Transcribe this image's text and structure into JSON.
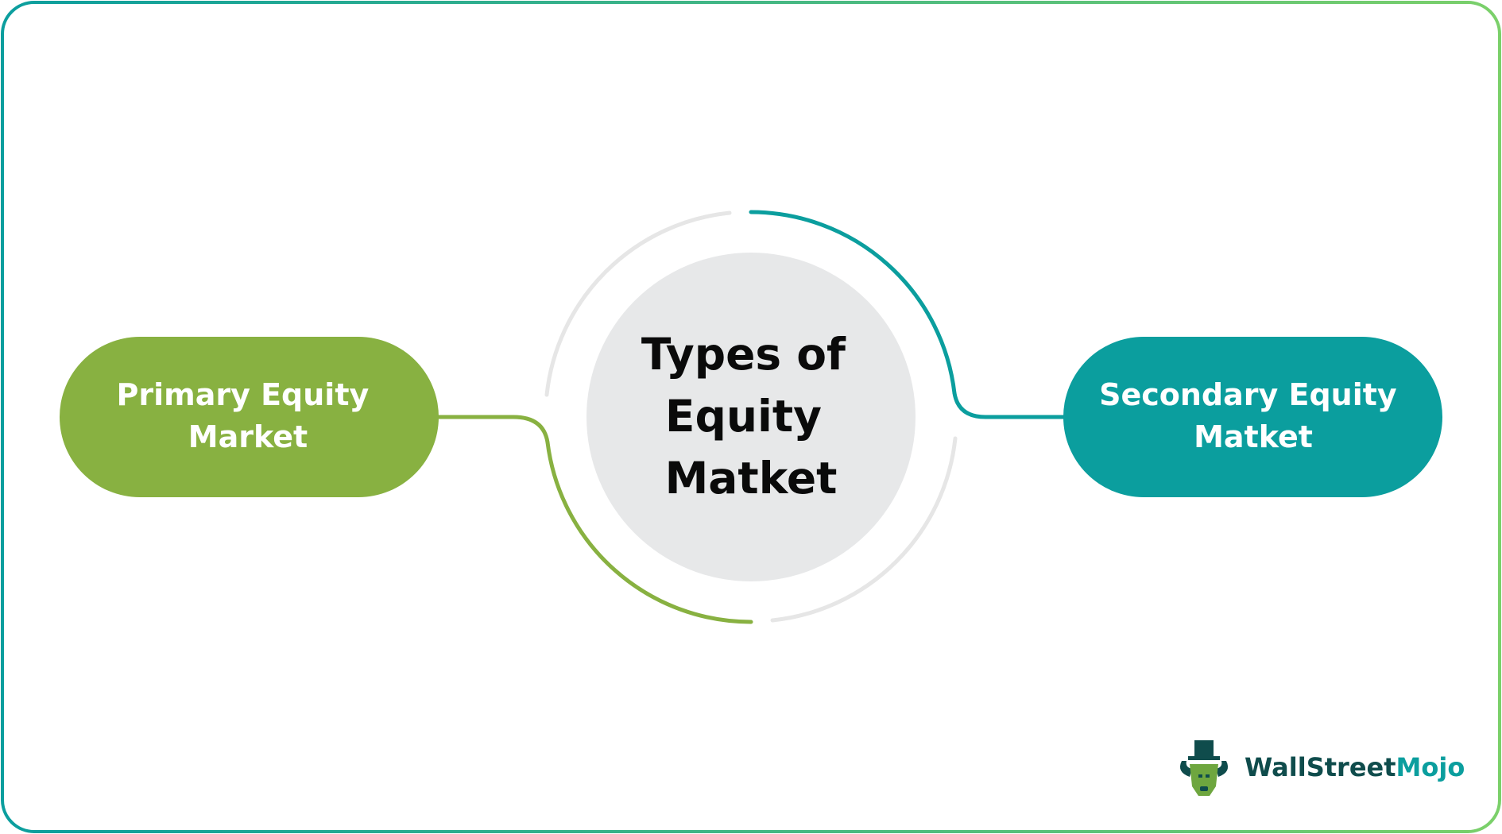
{
  "center": {
    "lines": [
      "Types of",
      "Equity",
      "Matket"
    ]
  },
  "nodes": [
    {
      "id": "primary",
      "lines": [
        "Primary Equity",
        "Market"
      ],
      "color": "#88b141"
    },
    {
      "id": "secondary",
      "lines": [
        "Secondary Equity",
        "Matket"
      ],
      "color": "#0b9e9e"
    }
  ],
  "colors": {
    "frame_gradient_start": "#0b9e9e",
    "frame_gradient_end": "#7bd06a",
    "ring_gray": "#e6e6e6",
    "center_fill": "#e7e8e9",
    "green": "#88b141",
    "teal": "#0b9e9e",
    "logo_dark": "#0f4c4c"
  },
  "logo": {
    "part1": "WallStreet",
    "part2": "Mojo",
    "icon": "bull-with-top-hat-icon"
  }
}
